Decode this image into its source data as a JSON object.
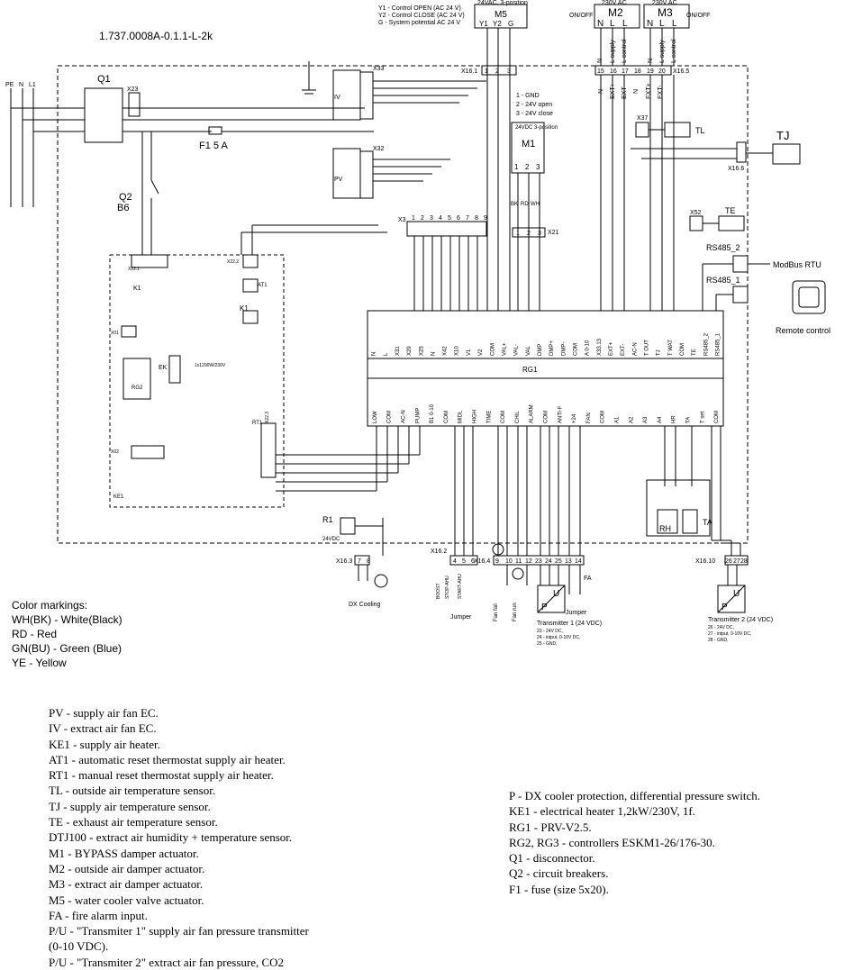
{
  "document_code": "1.737.0008A-0.1.1-L-2k",
  "m5": {
    "legend": [
      "Y1 - Control OPEN (AC 24 V)",
      "Y2 - Control CLOSE (AC 24 V)",
      "G - System potential AC 24 V"
    ],
    "supply": "24VAC, 3-position",
    "name": "M5",
    "pins": [
      "Y1",
      "Y2",
      "G"
    ]
  },
  "m2": {
    "supply": "230V AC",
    "name": "M2",
    "mode": "ON/OFF",
    "pins": [
      "N",
      "L",
      "L"
    ],
    "wires": [
      "N",
      "L supply",
      "L control"
    ]
  },
  "m3": {
    "supply": "230V AC",
    "name": "M3",
    "mode": "ON/OFF",
    "pins": [
      "N",
      "L",
      "L"
    ],
    "wires": [
      "N",
      "L supply",
      "L control"
    ]
  },
  "m1": {
    "legend": [
      "1 - GND",
      "2 - 24V open",
      "3 - 24V close"
    ],
    "supply": "24VDC 3-position",
    "name": "M1",
    "pins": [
      "1",
      "2",
      "3"
    ],
    "wires": [
      "BK",
      "RD",
      "WH"
    ]
  },
  "power": {
    "pe": "PE",
    "n": "N",
    "l1": "L1",
    "q1": "Q1",
    "q2": "Q2",
    "q2_type": "B6",
    "fuse": "F1  5 A",
    "x23": "X23"
  },
  "terminals": {
    "x16_1": "X16.1",
    "x16_1_pins": [
      "1",
      "2",
      "3"
    ],
    "x16_5": "X16.5",
    "x16_5_pins": [
      "15",
      "16",
      "17",
      "18",
      "19",
      "20"
    ],
    "x16_5_labels": [
      "N",
      "EXT+",
      "EXT-",
      "N",
      "EXT+",
      "EXT-"
    ],
    "x33": "X33",
    "x32": "X32",
    "x3": "X3",
    "x3_pins": [
      "1",
      "2",
      "3",
      "4",
      "5",
      "6",
      "7",
      "8",
      "9"
    ],
    "x21": "X21",
    "x21_pins": [
      "1",
      "2",
      "3"
    ],
    "x37": "X37",
    "x52": "X52",
    "x16_6": "X16.6",
    "x16_2": "X16.2",
    "x16_2_pins": [
      "4",
      "5",
      "6"
    ],
    "x16_3": "X16.3",
    "x16_3_pins": [
      "7",
      "8"
    ],
    "x16_4": "X16.4",
    "x16_4_pins": [
      "9",
      "10",
      "11",
      "12",
      "23",
      "24",
      "25",
      "13",
      "14"
    ],
    "x16_10": "X16.10",
    "x16_10_pins": [
      "26",
      "27",
      "28"
    ]
  },
  "fans": {
    "iv": "IV",
    "pv": "PV"
  },
  "sensors": {
    "tl": "TL",
    "tj": "TJ",
    "te": "TE",
    "rs485_2": "RS485_2",
    "rs485_1": "RS485_1",
    "modbus": "ModBus RTU",
    "remote": "Remote control",
    "rh": "RH",
    "ta": "TA"
  },
  "heater": {
    "ke1": "KE1",
    "rating": "1x1200W/230V",
    "ek": "EK",
    "rg2": "RG2",
    "k1": "K1",
    "at1": "AT1",
    "rt1": "RT1",
    "x22_1": "X22.1",
    "x22_2": "X22.2",
    "x22_3": "X22.3",
    "x01": "X01",
    "x02": "X02"
  },
  "rg1": {
    "name": "RG1",
    "top_pins": [
      "N",
      "L",
      "X31",
      "X29",
      "X25",
      "N",
      "X42",
      "X10",
      "V1",
      "V2",
      "COM",
      "VAL+",
      "VAL-",
      "VAL",
      "DMP",
      "DMP+",
      "DMP-",
      "COM",
      "A 0-10",
      "X33.13",
      "EXT+",
      "EXT-",
      "AC-N",
      "T OUT",
      "TJ",
      "T WAT",
      "COM",
      "TE",
      "RS485_2",
      "RS485_1"
    ],
    "bottom_pins": [
      "LOW",
      "COM",
      "AC-N",
      "PUMP",
      "B1 0-10",
      "COM",
      "MIDL",
      "HIGH",
      "TIME",
      "COM",
      "CHIL",
      "ALARM",
      "COM",
      "ANTI-F",
      "+24",
      "FAN",
      "COM",
      "A1",
      "A2",
      "A3",
      "A4",
      "HR",
      "TA",
      "T set",
      "COM"
    ]
  },
  "bottom_devices": {
    "r1": "R1",
    "r1_supply": "24VDC",
    "dx": "DX Cooling",
    "p": "P",
    "u": "U",
    "boost": "BOOST",
    "stop_ahu": "STOP-AHU",
    "start_ahu": "START-AHU",
    "jumper": "Jumper",
    "fan_fail": "Fan fail",
    "fan_run": "Fan run",
    "fa": "FA",
    "transmitter1": "Transmitter 1 (24 VDC)",
    "transmitter1_pins": [
      "23 - 24V DC,",
      "24 - intput, 0-10V DC,",
      "25 - GND,"
    ],
    "transmitter2": "Transmitter 2 (24 VDC)",
    "transmitter2_pins": [
      "26 - 24V DC,",
      "27 - intput, 0-10V DC,",
      "28 - GND,"
    ]
  },
  "color_markings": {
    "title": "Color markings:",
    "items": [
      "WH(BK) - White(Black)",
      "RD - Red",
      "GN(BU) - Green (Blue)",
      "YE - Yellow"
    ]
  },
  "legend_left": [
    "PV - supply air fan EC.",
    "IV - extract air fan EC.",
    "KE1 - supply air heater.",
    "AT1 - automatic reset thermostat supply air heater.",
    "RT1 - manual reset thermostat supply air heater.",
    "TL - outside air temperature sensor.",
    "TJ - supply air temperature sensor.",
    "TE - exhaust air temperature sensor.",
    "DTJ100 - extract air humidity + temperature sensor.",
    "M1 - BYPASS damper actuator.",
    "M2 - outside air damper actuator.",
    "M3 - extract air damper actuator.",
    "M5 - water cooler valve actuator.",
    "FA - fire alarm input.",
    "P/U - \"Transmiter 1\" supply air fan pressure transmitter",
    "(0-10 VDC).",
    "P/U - \"Transmiter 2\" extract air fan pressure, CO2"
  ],
  "legend_right": [
    "P - DX cooler protection, differential pressure switch.",
    "KE1 - electrical heater 1,2kW/230V, 1f.",
    "RG1 - PRV-V2.5.",
    "RG2, RG3 - controllers ESKM1-26/176-30.",
    "Q1 - disconnector.",
    "Q2 - circuit breakers.",
    "F1 - fuse (size 5x20)."
  ]
}
